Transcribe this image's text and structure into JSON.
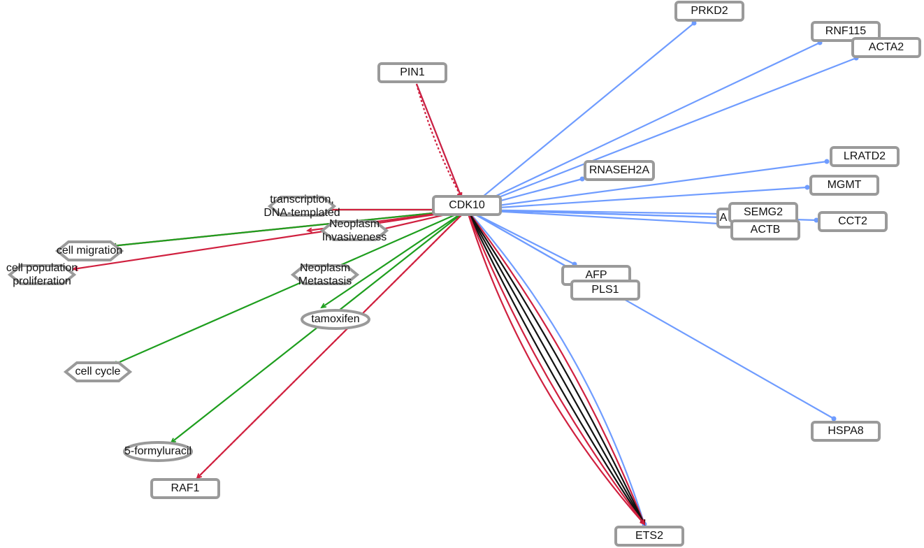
{
  "colors": {
    "activation": "#1e9e1e",
    "inhibition": "#d0203f",
    "binding": "#6f9cff",
    "neutral": "#111111",
    "node_border": "#9a9a9a"
  },
  "nodes": [
    {
      "id": "CDK10",
      "label": "CDK10",
      "shape": "rect"
    },
    {
      "id": "PIN1",
      "label": "PIN1",
      "shape": "rect"
    },
    {
      "id": "PRKD2",
      "label": "PRKD2",
      "shape": "rect"
    },
    {
      "id": "RNF115",
      "label": "RNF115",
      "shape": "rect"
    },
    {
      "id": "ACTA2",
      "label": "ACTA2",
      "shape": "rect"
    },
    {
      "id": "RNASEH2A",
      "label": "RNASEH2A",
      "shape": "rect"
    },
    {
      "id": "LRATD2",
      "label": "LRATD2",
      "shape": "rect"
    },
    {
      "id": "MGMT",
      "label": "MGMT",
      "shape": "rect"
    },
    {
      "id": "AHID",
      "label": "A",
      "shape": "rect"
    },
    {
      "id": "SEMG2",
      "label": "SEMG2",
      "shape": "rect"
    },
    {
      "id": "ACTB",
      "label": "ACTB",
      "shape": "rect"
    },
    {
      "id": "CCT2",
      "label": "CCT2",
      "shape": "rect"
    },
    {
      "id": "AFP",
      "label": "AFP",
      "shape": "rect"
    },
    {
      "id": "PLS1",
      "label": "PLS1",
      "shape": "rect"
    },
    {
      "id": "HSPA8",
      "label": "HSPA8",
      "shape": "rect"
    },
    {
      "id": "ETS2",
      "label": "ETS2",
      "shape": "rect"
    },
    {
      "id": "RAF1",
      "label": "RAF1",
      "shape": "rect"
    },
    {
      "id": "TRANS",
      "label": "transcription,\nDNA-templated",
      "shape": "diamond"
    },
    {
      "id": "NINV",
      "label": "Neoplasm\nInvasiveness",
      "shape": "diamond"
    },
    {
      "id": "CMIG",
      "label": "cell migration",
      "shape": "diamond"
    },
    {
      "id": "CPP",
      "label": "cell population\nproliferation",
      "shape": "diamond"
    },
    {
      "id": "NMET",
      "label": "Neoplasm\nMetastasis",
      "shape": "diamond"
    },
    {
      "id": "CCYC",
      "label": "cell cycle",
      "shape": "diamond"
    },
    {
      "id": "TAMOX",
      "label": "tamoxifen",
      "shape": "ellipse"
    },
    {
      "id": "FU",
      "label": "5-formyluracil",
      "shape": "ellipse"
    }
  ],
  "edges": [
    {
      "from": "CDK10",
      "to": "PRKD2",
      "type": "binding"
    },
    {
      "from": "CDK10",
      "to": "RNF115",
      "type": "binding"
    },
    {
      "from": "CDK10",
      "to": "ACTA2",
      "type": "binding"
    },
    {
      "from": "CDK10",
      "to": "RNASEH2A",
      "type": "binding"
    },
    {
      "from": "CDK10",
      "to": "LRATD2",
      "type": "binding"
    },
    {
      "from": "CDK10",
      "to": "MGMT",
      "type": "binding"
    },
    {
      "from": "CDK10",
      "to": "AHID",
      "type": "binding"
    },
    {
      "from": "CDK10",
      "to": "SEMG2",
      "type": "binding"
    },
    {
      "from": "CDK10",
      "to": "ACTB",
      "type": "binding"
    },
    {
      "from": "CDK10",
      "to": "CCT2",
      "type": "binding"
    },
    {
      "from": "CDK10",
      "to": "AFP",
      "type": "binding"
    },
    {
      "from": "CDK10",
      "to": "PLS1",
      "type": "binding"
    },
    {
      "from": "CDK10",
      "to": "HSPA8",
      "type": "binding"
    },
    {
      "from": "PIN1",
      "to": "CDK10",
      "type": "binding"
    },
    {
      "from": "PIN1",
      "to": "CDK10",
      "type": "inhibition"
    },
    {
      "from": "PIN1",
      "to": "CDK10",
      "type": "inhibition",
      "dashed": true
    },
    {
      "from": "CDK10",
      "to": "ETS2",
      "type": "binding"
    },
    {
      "from": "CDK10",
      "to": "ETS2",
      "type": "inhibition"
    },
    {
      "from": "CDK10",
      "to": "ETS2",
      "type": "neutral"
    },
    {
      "from": "CDK10",
      "to": "ETS2",
      "type": "neutral"
    },
    {
      "from": "CDK10",
      "to": "ETS2",
      "type": "neutral"
    },
    {
      "from": "CDK10",
      "to": "ETS2",
      "type": "inhibition"
    },
    {
      "from": "CDK10",
      "to": "ETS2",
      "type": "inhibition"
    },
    {
      "from": "CDK10",
      "to": "TRANS",
      "type": "activation"
    },
    {
      "from": "CDK10",
      "to": "TRANS",
      "type": "inhibition"
    },
    {
      "from": "CDK10",
      "to": "NINV",
      "type": "inhibition"
    },
    {
      "from": "CDK10",
      "to": "CMIG",
      "type": "inhibition"
    },
    {
      "from": "CDK10",
      "to": "CMIG",
      "type": "activation"
    },
    {
      "from": "CDK10",
      "to": "CPP",
      "type": "inhibition"
    },
    {
      "from": "CDK10",
      "to": "NMET",
      "type": "inhibition"
    },
    {
      "from": "CDK10",
      "to": "CCYC",
      "type": "activation"
    },
    {
      "from": "CDK10",
      "to": "TAMOX",
      "type": "activation"
    },
    {
      "from": "CDK10",
      "to": "FU",
      "type": "activation"
    },
    {
      "from": "CDK10",
      "to": "RAF1",
      "type": "inhibition"
    },
    {
      "from": "CDK10",
      "to": "RAF1",
      "type": "inhibition",
      "dashed": true
    }
  ]
}
